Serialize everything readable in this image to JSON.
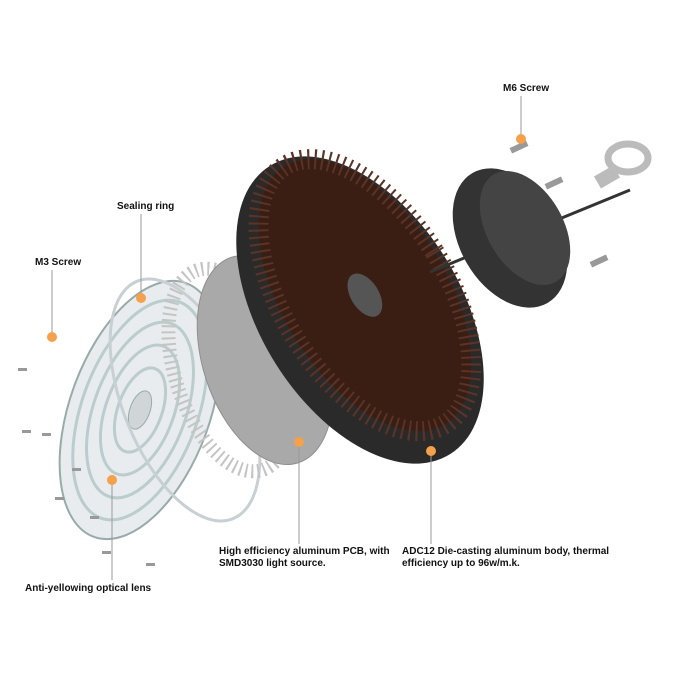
{
  "labels": {
    "m6_screw": "M6 Screw",
    "sealing_ring": "Sealing ring",
    "m3_screw": "M3 Screw",
    "pcb_line1": "High efficiency aluminum PCB, with",
    "pcb_line2": "SMD3030 light source.",
    "body_line1": "ADC12 Die-casting aluminum body, thermal",
    "body_line2": "efficiency up to 96w/m.k.",
    "lens": "Anti-yellowing optical lens"
  },
  "colors": {
    "callout_dot": "#f5a04a",
    "leader": "#999999",
    "body": "#2a2a2a",
    "fins": "#3a1e14",
    "pcb": "#a9a9a9"
  }
}
